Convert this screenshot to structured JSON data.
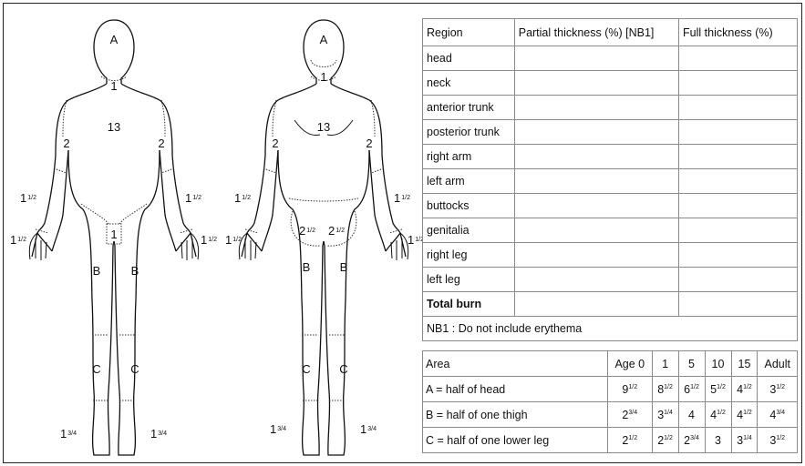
{
  "figure_labels": {
    "head": "A",
    "neck": "1",
    "trunk": "13",
    "upper_arm": "2",
    "forearm": "1",
    "forearm_frac": "1/2",
    "hand": "1",
    "hand_frac": "1/2",
    "genitalia": "1",
    "buttock": "2",
    "buttock_frac": "1/2",
    "thigh": "B",
    "lower_leg": "C",
    "foot": "1",
    "foot_frac": "3/4"
  },
  "region_table": {
    "headers": [
      "Region",
      "Partial thickness (%) [NB1]",
      "Full thickness (%)"
    ],
    "rows": [
      "head",
      "neck",
      "anterior trunk",
      "posterior trunk",
      "right arm",
      "left arm",
      "buttocks",
      "genitalia",
      "right leg",
      "left leg"
    ],
    "total_label": "Total burn",
    "note": "NB1 : Do not include erythema"
  },
  "area_table": {
    "headers": [
      "Area",
      "Age 0",
      "1",
      "5",
      "10",
      "15",
      "Adult"
    ],
    "rows": [
      {
        "label": "A = half of head",
        "values": [
          [
            "9",
            "1/2"
          ],
          [
            "8",
            "1/2"
          ],
          [
            "6",
            "1/2"
          ],
          [
            "5",
            "1/2"
          ],
          [
            "4",
            "1/2"
          ],
          [
            "3",
            "1/2"
          ]
        ]
      },
      {
        "label": "B = half of one thigh",
        "values": [
          [
            "2",
            "3/4"
          ],
          [
            "3",
            "1/4"
          ],
          [
            "4",
            ""
          ],
          [
            "4",
            "1/2"
          ],
          [
            "4",
            "1/2"
          ],
          [
            "4",
            "3/4"
          ]
        ]
      },
      {
        "label": "C = half of one lower leg",
        "values": [
          [
            "2",
            "1/2"
          ],
          [
            "2",
            "1/2"
          ],
          [
            "2",
            "3/4"
          ],
          [
            "3",
            ""
          ],
          [
            "3",
            "1/4"
          ],
          [
            "3",
            "1/2"
          ]
        ]
      }
    ]
  }
}
